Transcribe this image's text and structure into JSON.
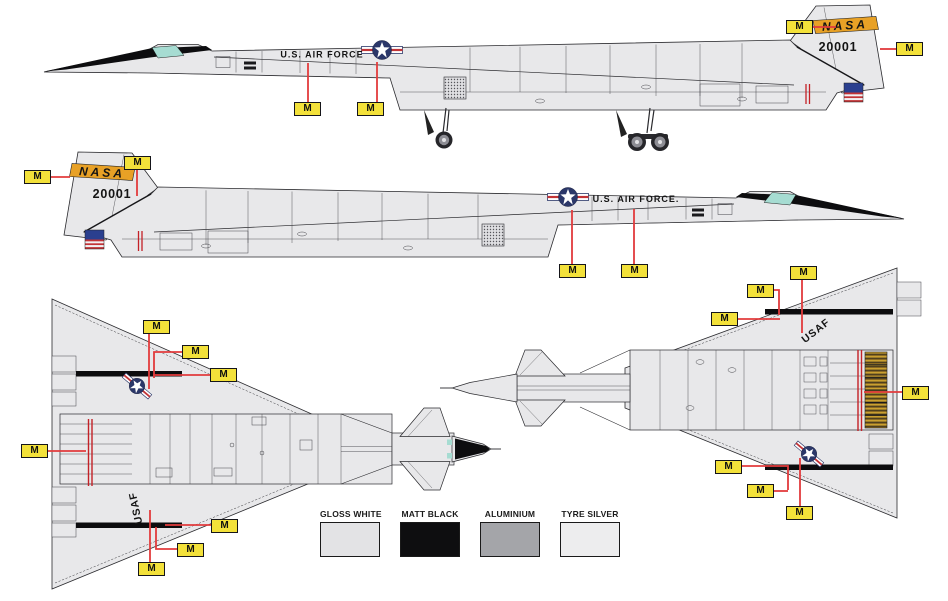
{
  "callout": {
    "label": "M"
  },
  "aircraft": {
    "side_view_top": {
      "nasa_banner": "NASA",
      "tail_serial": "20001",
      "air_force_text": "U.S. AIR FORCE"
    },
    "side_view_middle": {
      "nasa_banner": "NASA",
      "tail_serial": "20001",
      "air_force_text": "U.S. AIR FORCE."
    },
    "plan_view_underside": {
      "usaf_text": "USAF"
    },
    "plan_view_topside": {
      "usaf_text": "USAF"
    }
  },
  "legend": {
    "items": [
      {
        "label": "GLOSS WHITE",
        "color": "#e3e3e5"
      },
      {
        "label": "MATT BLACK",
        "color": "#0e0e10"
      },
      {
        "label": "ALUMINIUM",
        "color": "#a4a5a9"
      },
      {
        "label": "TYRE SILVER",
        "color": "#ededee"
      }
    ]
  },
  "palette": {
    "airframe": "#e8e8ea",
    "outline": "#2a2a2e",
    "matt_black": "#0d0d0f",
    "canopy_teal": "#a6dcd2",
    "nasa_banner_orange": "#e8a126",
    "callout_yellow": "#f3e13a",
    "leader_red": "#e23b3c",
    "decal_red": "#c42127",
    "roundel_navy": "#2b3769",
    "flag_blue": "#2a3f8f",
    "flag_red": "#c23437",
    "nozzle_gold": "#caa030"
  }
}
